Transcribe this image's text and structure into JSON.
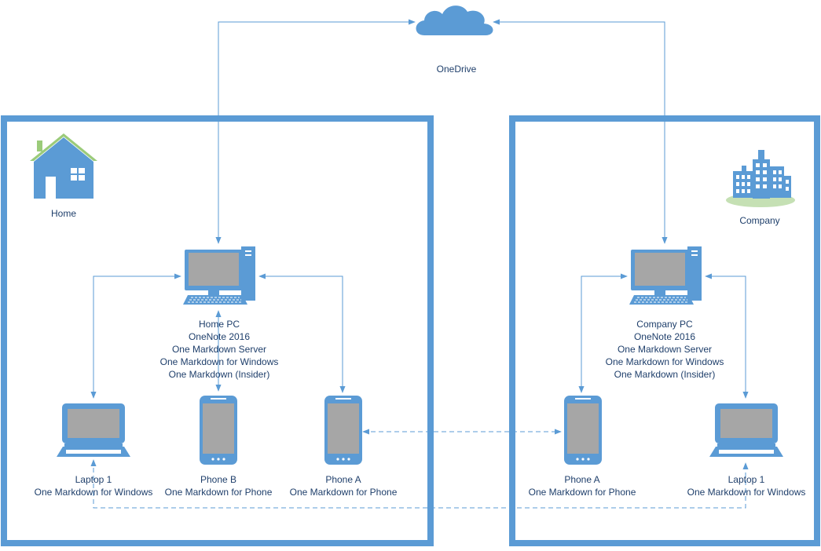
{
  "colors": {
    "primary": "#5b9bd5",
    "screen": "#a6a6a6",
    "roof": "#9bcb7a",
    "ground": "#c5e0b4",
    "text": "#1f3f6b"
  },
  "cloud": {
    "icon": "cloud-icon",
    "label": "OneDrive"
  },
  "home": {
    "icon": "house-icon",
    "label": "Home",
    "pc": {
      "icon": "desktop-pc-icon",
      "lines": [
        "Home PC",
        "OneNote 2016",
        "One Markdown Server",
        "One Markdown for Windows",
        "One Markdown (Insider)"
      ]
    },
    "laptop": {
      "icon": "laptop-icon",
      "lines": [
        "Laptop 1",
        "One Markdown for Windows"
      ]
    },
    "phone_b": {
      "icon": "phone-icon",
      "lines": [
        "Phone B",
        "One Markdown for Phone"
      ]
    },
    "phone_a": {
      "icon": "phone-icon",
      "lines": [
        "Phone A",
        "One Markdown for Phone"
      ]
    }
  },
  "company": {
    "icon": "buildings-icon",
    "label": "Company",
    "pc": {
      "icon": "desktop-pc-icon",
      "lines": [
        "Company PC",
        "OneNote 2016",
        "One Markdown Server",
        "One Markdown for Windows",
        "One Markdown (Insider)"
      ]
    },
    "phone_a": {
      "icon": "phone-icon",
      "lines": [
        "Phone A",
        "One Markdown for Phone"
      ]
    },
    "laptop": {
      "icon": "laptop-icon",
      "lines": [
        "Laptop 1",
        "One Markdown for Windows"
      ]
    }
  }
}
